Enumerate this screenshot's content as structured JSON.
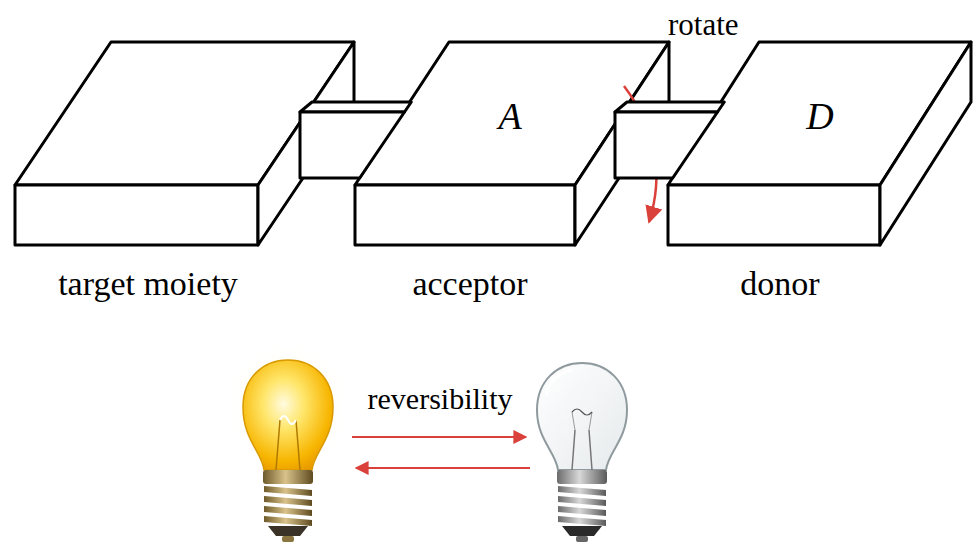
{
  "diagram": {
    "nodes": [
      {
        "text": [
          "target moiety"
        ]
      },
      {
        "text": [
          "A",
          "acceptor"
        ]
      },
      {
        "text": [
          "D",
          "donor"
        ]
      }
    ],
    "edges": [
      {
        "from": 0,
        "to": 1,
        "arrow": "none"
      },
      {
        "from": 1,
        "to": 2,
        "arrow": "none"
      }
    ],
    "labels": [
      "rotate",
      "reversibility"
    ]
  }
}
